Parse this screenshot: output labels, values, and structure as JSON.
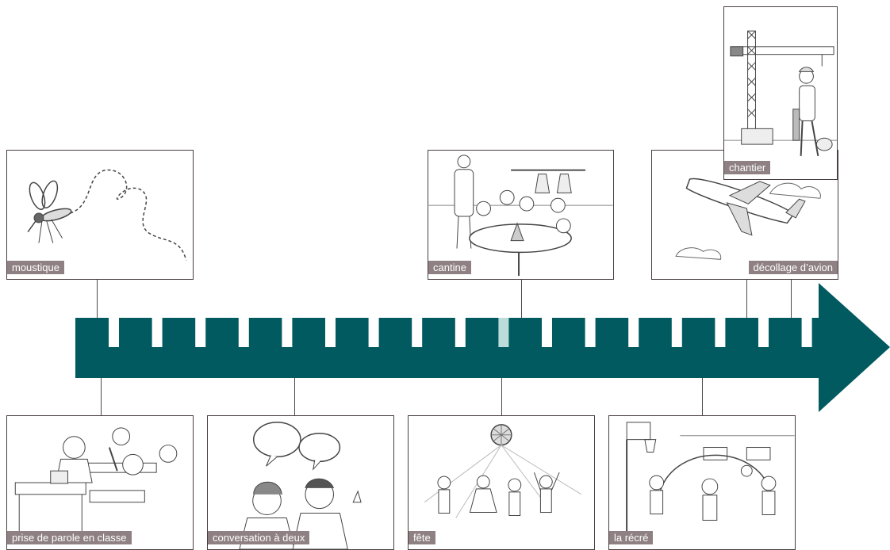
{
  "colors": {
    "arrow": "#005a60",
    "tick_gap": "#ffffff",
    "tick_highlight": "#bcdcdc",
    "caption_bg": "#8f8183",
    "border": "#4a3f40"
  },
  "cards": {
    "moustique": {
      "label": "moustique",
      "icon": "mosquito-illustration"
    },
    "cantine": {
      "label": "cantine",
      "icon": "canteen-illustration"
    },
    "decollage": {
      "label": "décollage d’avion",
      "icon": "airplane-takeoff-illustration"
    },
    "chantier": {
      "label": "chantier",
      "icon": "construction-site-illustration"
    },
    "prise_de_parole": {
      "label": "prise de parole en classe",
      "icon": "classroom-illustration"
    },
    "conversation": {
      "label": "conversation à deux",
      "icon": "two-people-talking-illustration"
    },
    "fete": {
      "label": "fête",
      "icon": "party-illustration"
    },
    "recre": {
      "label": "la récré",
      "icon": "playground-illustration"
    }
  },
  "scale": {
    "tick_count": 17,
    "highlighted_tick": 9
  }
}
